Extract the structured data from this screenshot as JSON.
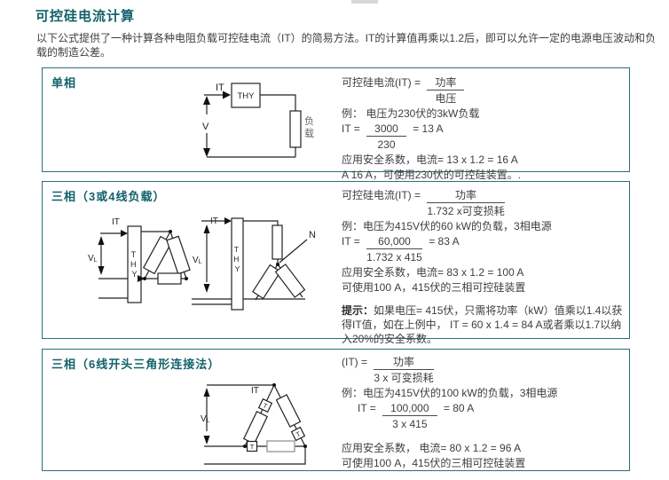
{
  "page": {
    "title": "可控硅电流计算",
    "intro": "以下公式提供了一种计算各种电阻负载可控硅电流（IT）的简易方法。IT的计算值再乘以1.2后，即可以允许一定的电源电压波动和负载的制造公差。"
  },
  "colors": {
    "accent_teal": "#12616b",
    "panel_border": "#2a6f7a",
    "body_text": "#3e3e3e"
  },
  "sections": [
    {
      "heading": "单相",
      "formula_label": "可控硅电流(IT) =",
      "formula_num": "功率",
      "formula_den": "电压",
      "example": "例：  电压为230伏的3kW负载",
      "calc_prefix": "IT =",
      "calc_num": "3000",
      "calc_den": "230",
      "calc_suffix": "= 13 A",
      "safety": "应用安全系数，电流= 13 x 1.2 = 16 A",
      "usage": "A 16 A，可使用230伏的可控硅装置。.",
      "diagram": {
        "it": "IT",
        "thy": "THY",
        "v": "V",
        "load_char1": "负",
        "load_char2": "载"
      }
    },
    {
      "heading": "三相（3或4线负载）",
      "formula_label": "可控硅电流(IT) =",
      "formula_num": "功率",
      "formula_den": "1.732 x可变损耗",
      "example": "例：电压为415V伏的60 kW的负载，3相电源",
      "calc_prefix": "IT =",
      "calc_num": "60,000",
      "calc_den": "1.732 x 415",
      "calc_suffix": "= 83 A",
      "safety": "应用安全系数，电流= 83 x 1.2 = 100 A",
      "usage": "可使用100 A，415伏的三相可控硅装置",
      "tip_label": "提示：",
      "tip_text": "如果电压= 415伏，只需将功率（kW）值乘以1.4以获得IT值，如在上例中， IT = 60 x 1.4 = 84 A或者乘以1.7以纳入20%的安全系数。",
      "diagram": {
        "it": "IT",
        "n": "N",
        "vl_main": "V",
        "vl_sub": "L",
        "thy_letters": [
          "T",
          "H",
          "Y"
        ]
      }
    },
    {
      "heading": "三相（6线开头三角形连接法）",
      "formula_label": "(IT) =",
      "formula_num": "功率",
      "formula_den": "3 x  可变损耗",
      "example": "例：电压为415V伏的100 kW的负载，3相电源",
      "calc_prefix": "IT =",
      "calc_num": "100,000",
      "calc_den": "3 x 415",
      "calc_suffix": "= 80 A",
      "safety": "应用安全系数，  电流= 80 x 1.2 = 96 A",
      "usage": "可使用100 A，415伏的三相可控硅装置",
      "diagram": {
        "it": "IT",
        "vl_main": "V",
        "vl_sub": "L",
        "t": "T"
      }
    }
  ]
}
